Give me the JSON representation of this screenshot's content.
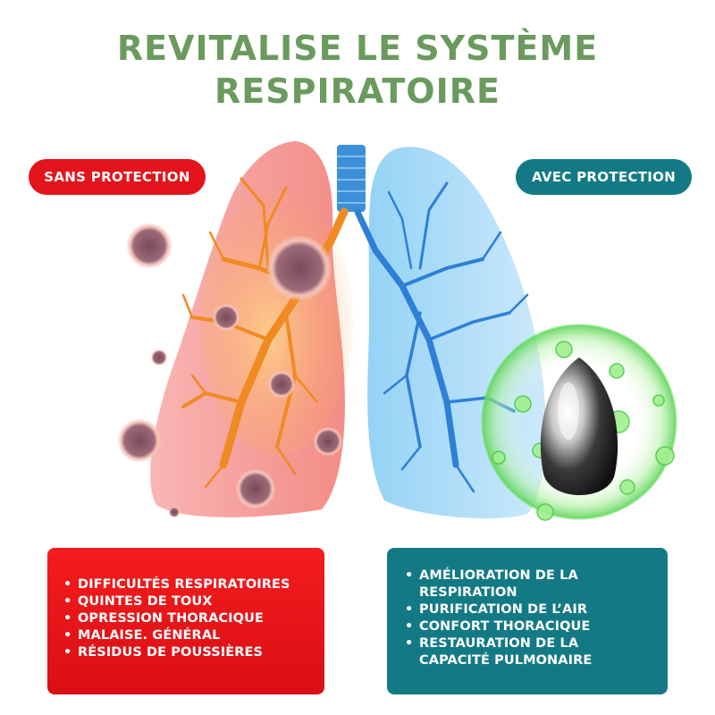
{
  "title": {
    "line1": "REVITALISE LE SYSTÈME",
    "line2": "RESPIRATOIRE"
  },
  "badges": {
    "without": "SANS PROTECTION",
    "with": "AVEC PROTECTION"
  },
  "colors": {
    "title_green": "#6b9a5e",
    "red": "#e3141b",
    "teal": "#137a85",
    "lung_pink": "#f6a6a8",
    "lung_blue": "#a9d8f5",
    "bronchi_orange": "#f08a22",
    "bronchi_blue": "#2e7fd6",
    "shield_green": "#7ee07a"
  },
  "without_list": [
    "DIFFICULTÉS RESPIRATOIRES",
    "QUINTES DE TOUX",
    "OPRESSION THORACIQUE",
    "MALAISE. GÉNÉRAL",
    "RÉSIDUS DE POUSSIÈRES"
  ],
  "with_list": [
    "AMÉLIORATION DE LA RESPIRATION",
    "PURIFICATION DE L’AIR",
    "CONFORT THORACIQUE",
    "RESTAURATION DE LA CAPACITÉ PULMONAIRE"
  ]
}
